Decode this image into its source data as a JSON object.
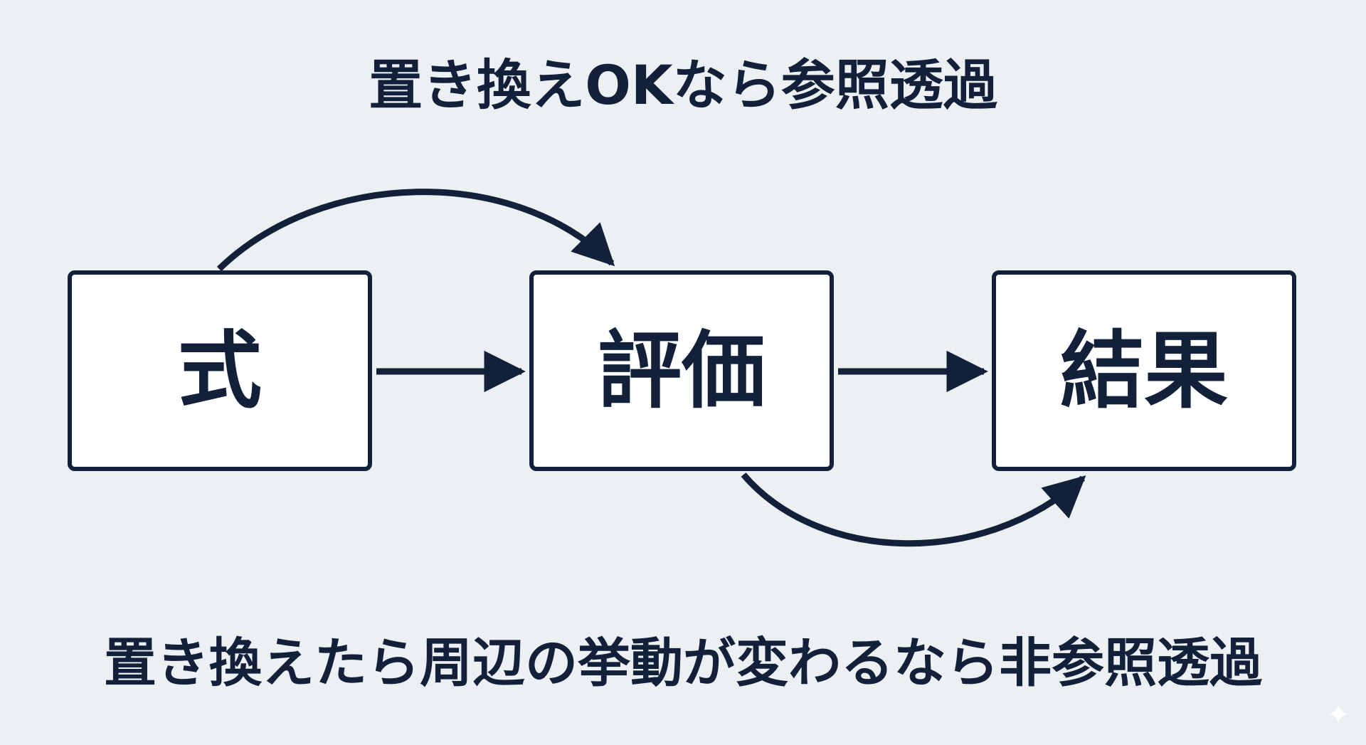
{
  "diagram": {
    "title_top": "置き換えOKなら参照透過",
    "title_bottom": "置き換えたら周辺の挙動が変わるなら非参照透過",
    "nodes": [
      {
        "id": "expression",
        "label": "式"
      },
      {
        "id": "evaluation",
        "label": "評価"
      },
      {
        "id": "result",
        "label": "結果"
      }
    ],
    "edges": [
      {
        "from": "expression",
        "to": "evaluation",
        "style": "straight"
      },
      {
        "from": "evaluation",
        "to": "result",
        "style": "straight"
      },
      {
        "from": "expression",
        "to": "evaluation",
        "style": "curved-above"
      },
      {
        "from": "evaluation",
        "to": "result",
        "style": "curved-below"
      }
    ]
  },
  "colors": {
    "background": "#ECF0F2",
    "ink": "#12203A",
    "box_fill": "#FFFFFF"
  },
  "icons": {
    "watermark": "sparkle-icon"
  }
}
